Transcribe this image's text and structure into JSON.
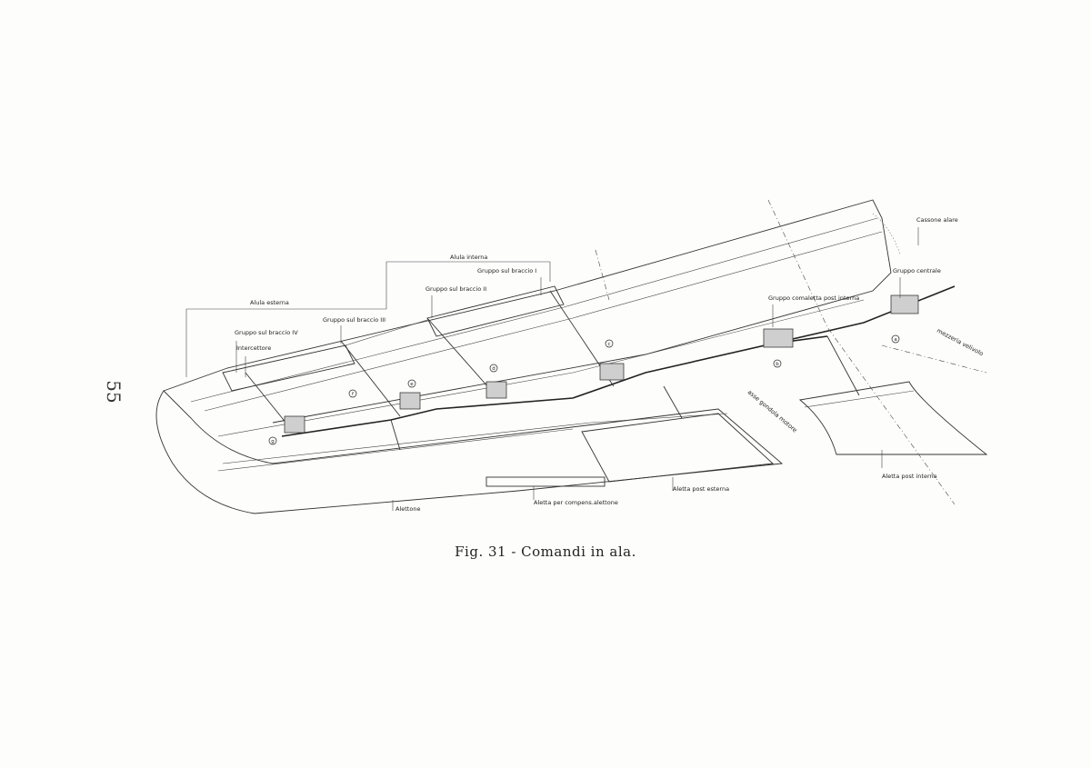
{
  "page": {
    "number": "55",
    "caption": "Fig. 31 - Comandi in ala."
  },
  "figure": {
    "labels": {
      "cassone_alare": "Cassone alare",
      "gruppo_centrale": "Gruppo centrale",
      "gruppo_comaletta_post_interna": "Gruppo comaletta post interna",
      "alula_interna": "Alula interna",
      "gruppo_sul_braccio_I": "Gruppo sul braccio I",
      "gruppo_sul_braccio_II": "Gruppo sul braccio II",
      "gruppo_sul_braccio_III": "Gruppo sul braccio III",
      "gruppo_sul_braccio_IV": "Gruppo sul braccio IV",
      "alula_esterna": "Alula esterna",
      "intercettore": "Intercettore",
      "mezzeria_velivolo": "mezzeria velivolo",
      "asse_gondola_motore": "asse gondola motore",
      "aletta_post_interna": "Aletta post interna",
      "aletta_post_esterna": "Aletta post esterna",
      "aletta_compensazione_alettone": "Aletta per compens.alettone",
      "alettone": "Alettone"
    },
    "node_marks": [
      "a",
      "b",
      "c",
      "d",
      "e",
      "f",
      "g"
    ]
  }
}
